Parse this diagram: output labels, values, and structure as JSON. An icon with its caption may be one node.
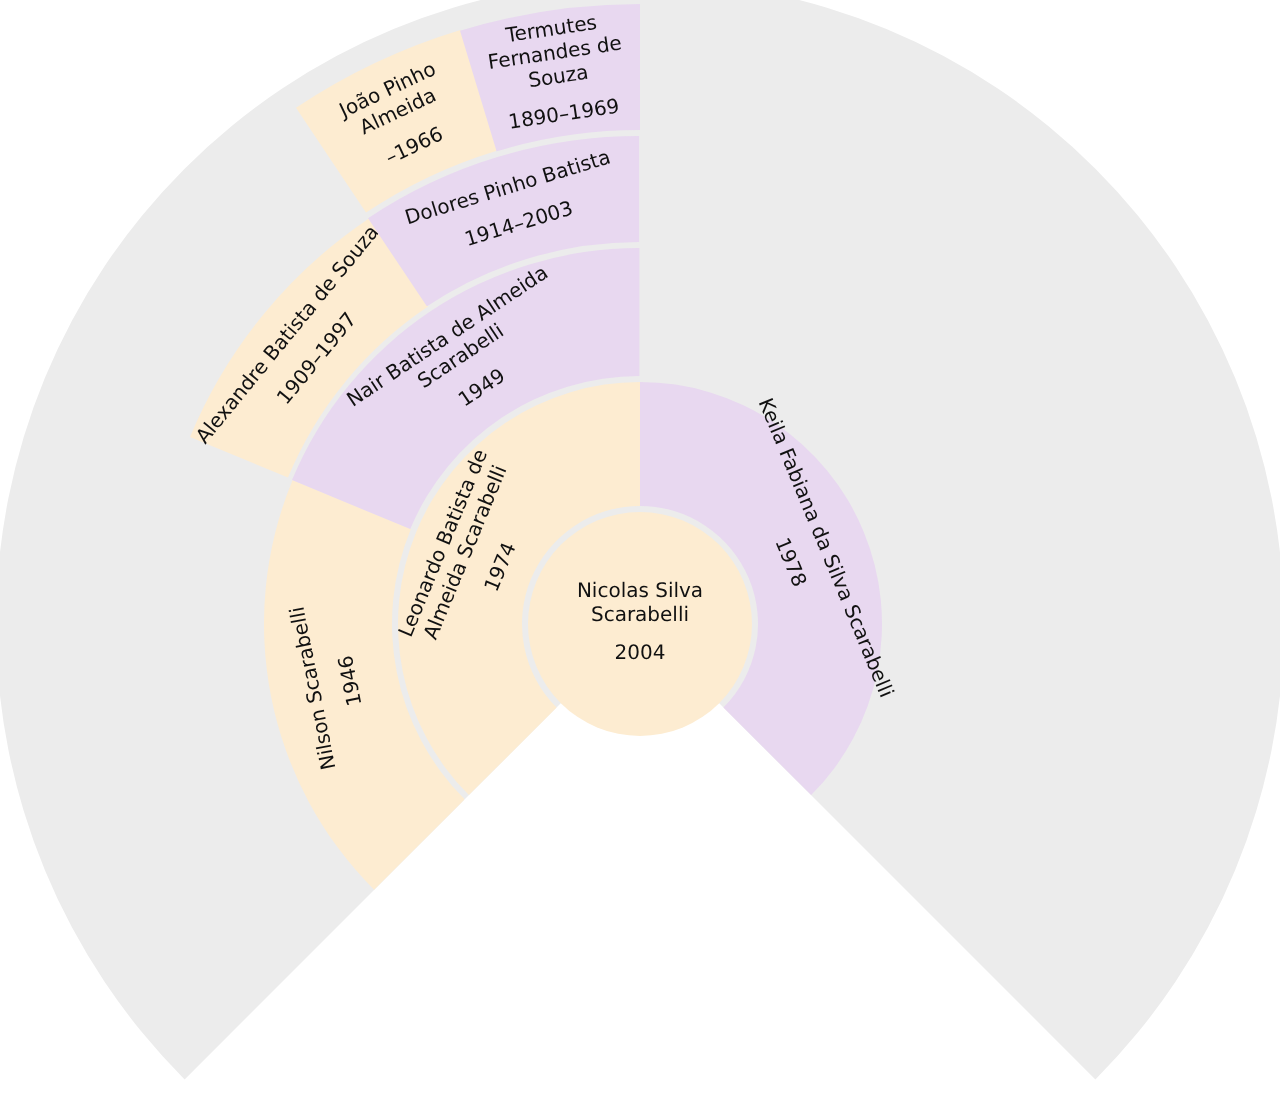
{
  "diagram": {
    "nodes": [
      {
        "text": [
          "Nicolas Silva Scarabelli",
          "2004"
        ]
      },
      {
        "text": [
          "Leonardo Batista de Almeida Scarabelli",
          "1974"
        ]
      },
      {
        "text": [
          "Keila Fabiana da Silva Scarabelli",
          "1978"
        ]
      },
      {
        "text": [
          "Nilson Scarabelli",
          "1946"
        ]
      },
      {
        "text": [
          "Nair Batista de Almeida Scarabelli",
          "1949"
        ]
      },
      {
        "text": [
          "Alexandre Batista de Souza",
          "1909–1997"
        ]
      },
      {
        "text": [
          "Dolores Pinho Batista",
          "1914–2003"
        ]
      },
      {
        "text": [
          "João Pinho Almeida",
          "–1966"
        ]
      },
      {
        "text": [
          "Termutes Fernandes de Souza",
          "1890–1969"
        ]
      }
    ]
  }
}
